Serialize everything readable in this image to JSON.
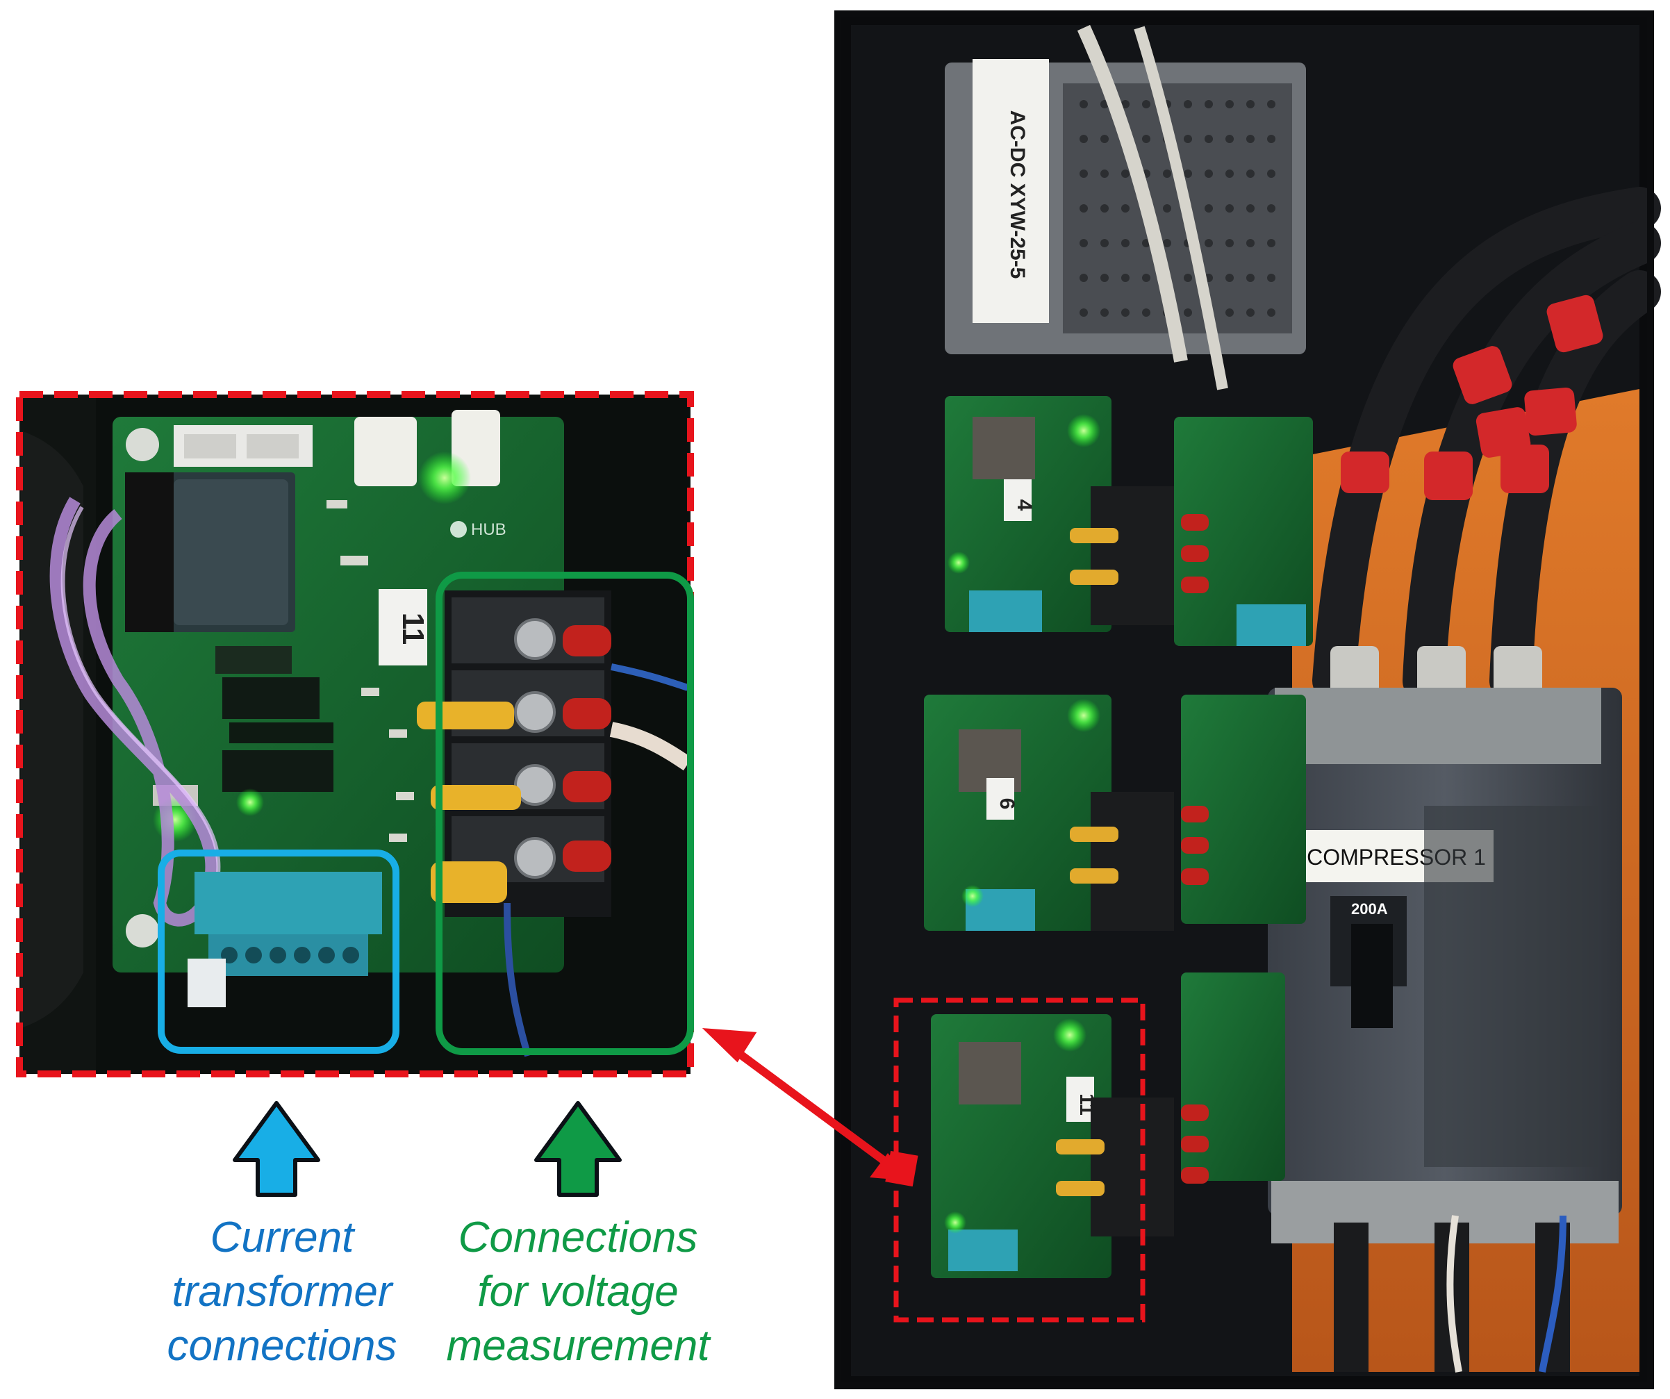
{
  "colors": {
    "highlight_box": "#e8141c",
    "current_transformer": "#18aee6",
    "voltage_measurement": "#0f9a46",
    "arrow_link": "#e8141c",
    "ct_caption_text": "#1273c4",
    "vm_caption_text": "#0f9a46"
  },
  "photo_labels": {
    "board_number": "11",
    "board_numbers_right": [
      "4",
      "6",
      "11"
    ],
    "breaker_label": "COMPRESSOR 1",
    "breaker_rating": "200A",
    "psu_label": "AC-DC XYW-25-5",
    "board_logo": "HUB"
  },
  "callouts": {
    "current_transformer": {
      "lines": [
        "Current",
        "transformer",
        "connections"
      ]
    },
    "voltage_measurement": {
      "lines": [
        "Connections",
        "for voltage",
        "measurement"
      ]
    }
  },
  "icons": {
    "ct_arrow": "arrow-up-icon",
    "vm_arrow": "arrow-up-icon",
    "link_arrow": "double-arrow-icon"
  }
}
